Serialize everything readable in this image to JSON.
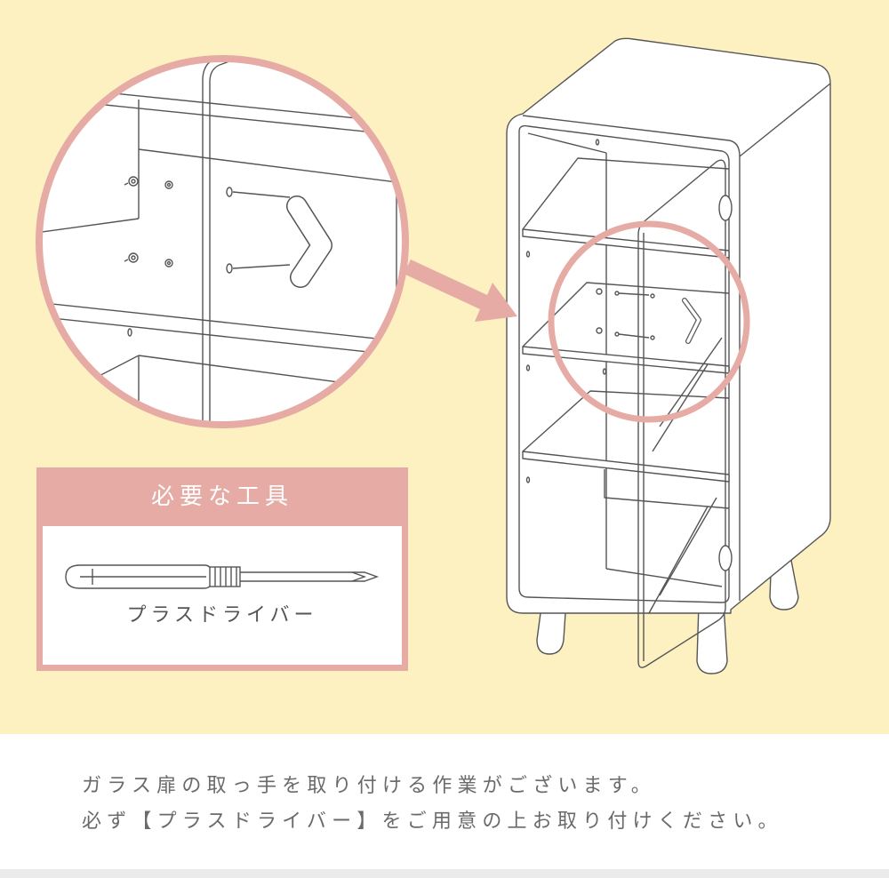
{
  "tools_panel": {
    "title": "必要な工具",
    "tool_name": "プラスドライバー",
    "tool_icon": "phillips-screwdriver-icon"
  },
  "illustration": {
    "subject": "cabinet-with-glass-door-icon",
    "zoom": "magnified-handle-detail-icon",
    "arrow": "arrow-icon"
  },
  "caption": {
    "line1": "ガラス扉の取っ手を取り付ける作業がございます。",
    "line2": "必ず【プラスドライバー】をご用意の上お取り付けください。"
  },
  "colors": {
    "background": "#fdf1c2",
    "accent": "#e6aba4",
    "line": "#555555"
  }
}
